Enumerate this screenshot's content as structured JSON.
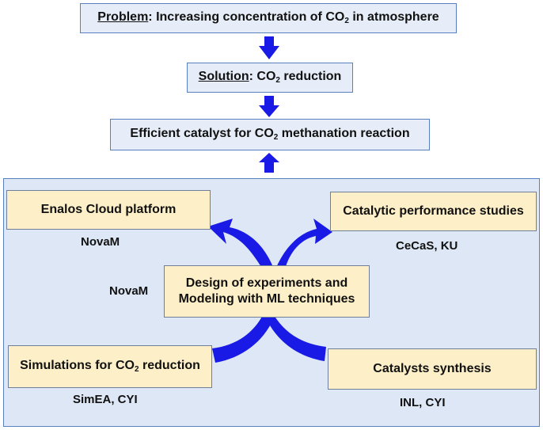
{
  "top": {
    "problem_label": "Problem",
    "problem_text": ": Increasing concentration of CO",
    "problem_sub": "2",
    "problem_tail": " in atmosphere",
    "solution_label": "Solution",
    "solution_text": ": CO",
    "solution_sub": "2",
    "solution_tail": " reduction",
    "catalyst_text": "Efficient catalyst for CO",
    "catalyst_sub": "2",
    "catalyst_tail": " methanation reaction"
  },
  "boxes": {
    "enalos": "Enalos Cloud platform",
    "catalytic": "Catalytic performance studies",
    "design_line1": "Design of experiments and",
    "design_line2": "Modeling with ML techniques",
    "simulations_text": "Simulations for CO",
    "simulations_sub": "2",
    "simulations_tail": " reduction",
    "synthesis": "Catalysts synthesis"
  },
  "partners": {
    "enalos": "NovaM",
    "catalytic": "CeCaS, KU",
    "design": "NovaM",
    "simulations": "SimEA, CYI",
    "synthesis": "INL, CYI"
  },
  "colors": {
    "arrow": "#1a1ae6",
    "blue_box": "#e6edf8",
    "peach_box": "#fdefc8",
    "panel": "#dde7f5"
  }
}
